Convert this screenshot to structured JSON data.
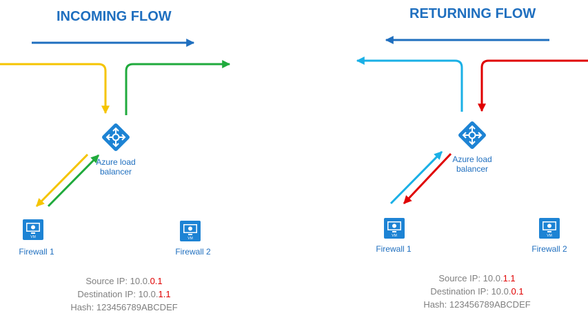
{
  "colors": {
    "blue": "#1f6fbf",
    "yellow": "#f5c400",
    "green": "#1faa3c",
    "cyan": "#1ab0e6",
    "red": "#e00000",
    "icon": "#1d83d4",
    "gray": "#7f7f7f"
  },
  "incoming": {
    "title": "INCOMING FLOW",
    "lb_label_line1": "Azure load",
    "lb_label_line2": "balancer",
    "firewall1": "Firewall 1",
    "firewall2": "Firewall 2",
    "source_label": "Source IP: ",
    "source_prefix": "10.0.",
    "source_suffix": "0.1",
    "dest_label": "Destination IP: ",
    "dest_prefix": "10.0.",
    "dest_suffix": "1.1",
    "hash_text": "Hash: 123456789ABCDEF"
  },
  "returning": {
    "title": "RETURNING FLOW",
    "lb_label_line1": "Azure load",
    "lb_label_line2": "balancer",
    "firewall1": "Firewall 1",
    "firewall2": "Firewall 2",
    "source_label": "Source IP: ",
    "source_prefix": "10.0.",
    "source_suffix": "1.1",
    "dest_label": "Destination IP: ",
    "dest_prefix": "10.0.",
    "dest_suffix": "0.1",
    "hash_text": "Hash: 123456789ABCDEF"
  },
  "vm_badge": "VM"
}
